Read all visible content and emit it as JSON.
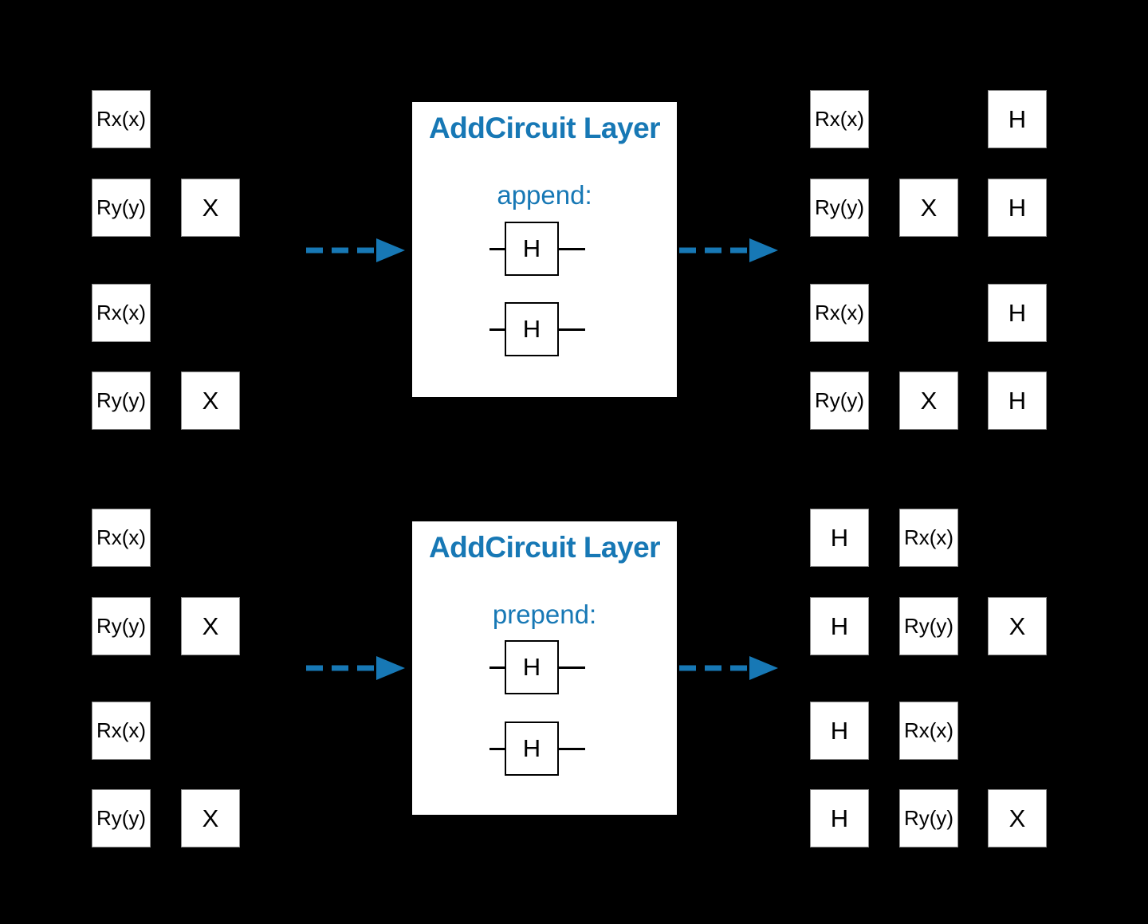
{
  "background_color": "#000000",
  "accent_color": "#1778b5",
  "gate_box": {
    "fill": "#ffffff",
    "text_color": "#000000"
  },
  "icons": {
    "flow": "dashed-right-arrow-icon"
  },
  "sections": [
    {
      "id": "append",
      "panel": {
        "title": "AddCircuit Layer",
        "mode_label": "append:",
        "inner_gates": [
          "H",
          "H"
        ]
      },
      "input_rows": [
        [
          "Rx(x)",
          null
        ],
        [
          "Ry(y)",
          "X"
        ],
        [
          "Rx(x)",
          null
        ],
        [
          "Ry(y)",
          "X"
        ]
      ],
      "output_rows": [
        [
          "Rx(x)",
          null,
          "H"
        ],
        [
          "Ry(y)",
          "X",
          "H"
        ],
        [
          "Rx(x)",
          null,
          "H"
        ],
        [
          "Ry(y)",
          "X",
          "H"
        ]
      ]
    },
    {
      "id": "prepend",
      "panel": {
        "title": "AddCircuit Layer",
        "mode_label": "prepend:",
        "inner_gates": [
          "H",
          "H"
        ]
      },
      "input_rows": [
        [
          "Rx(x)",
          null
        ],
        [
          "Ry(y)",
          "X"
        ],
        [
          "Rx(x)",
          null
        ],
        [
          "Ry(y)",
          "X"
        ]
      ],
      "output_rows": [
        [
          "H",
          "Rx(x)",
          null
        ],
        [
          "H",
          "Ry(y)",
          "X"
        ],
        [
          "H",
          "Rx(x)",
          null
        ],
        [
          "H",
          "Ry(y)",
          "X"
        ]
      ]
    }
  ]
}
